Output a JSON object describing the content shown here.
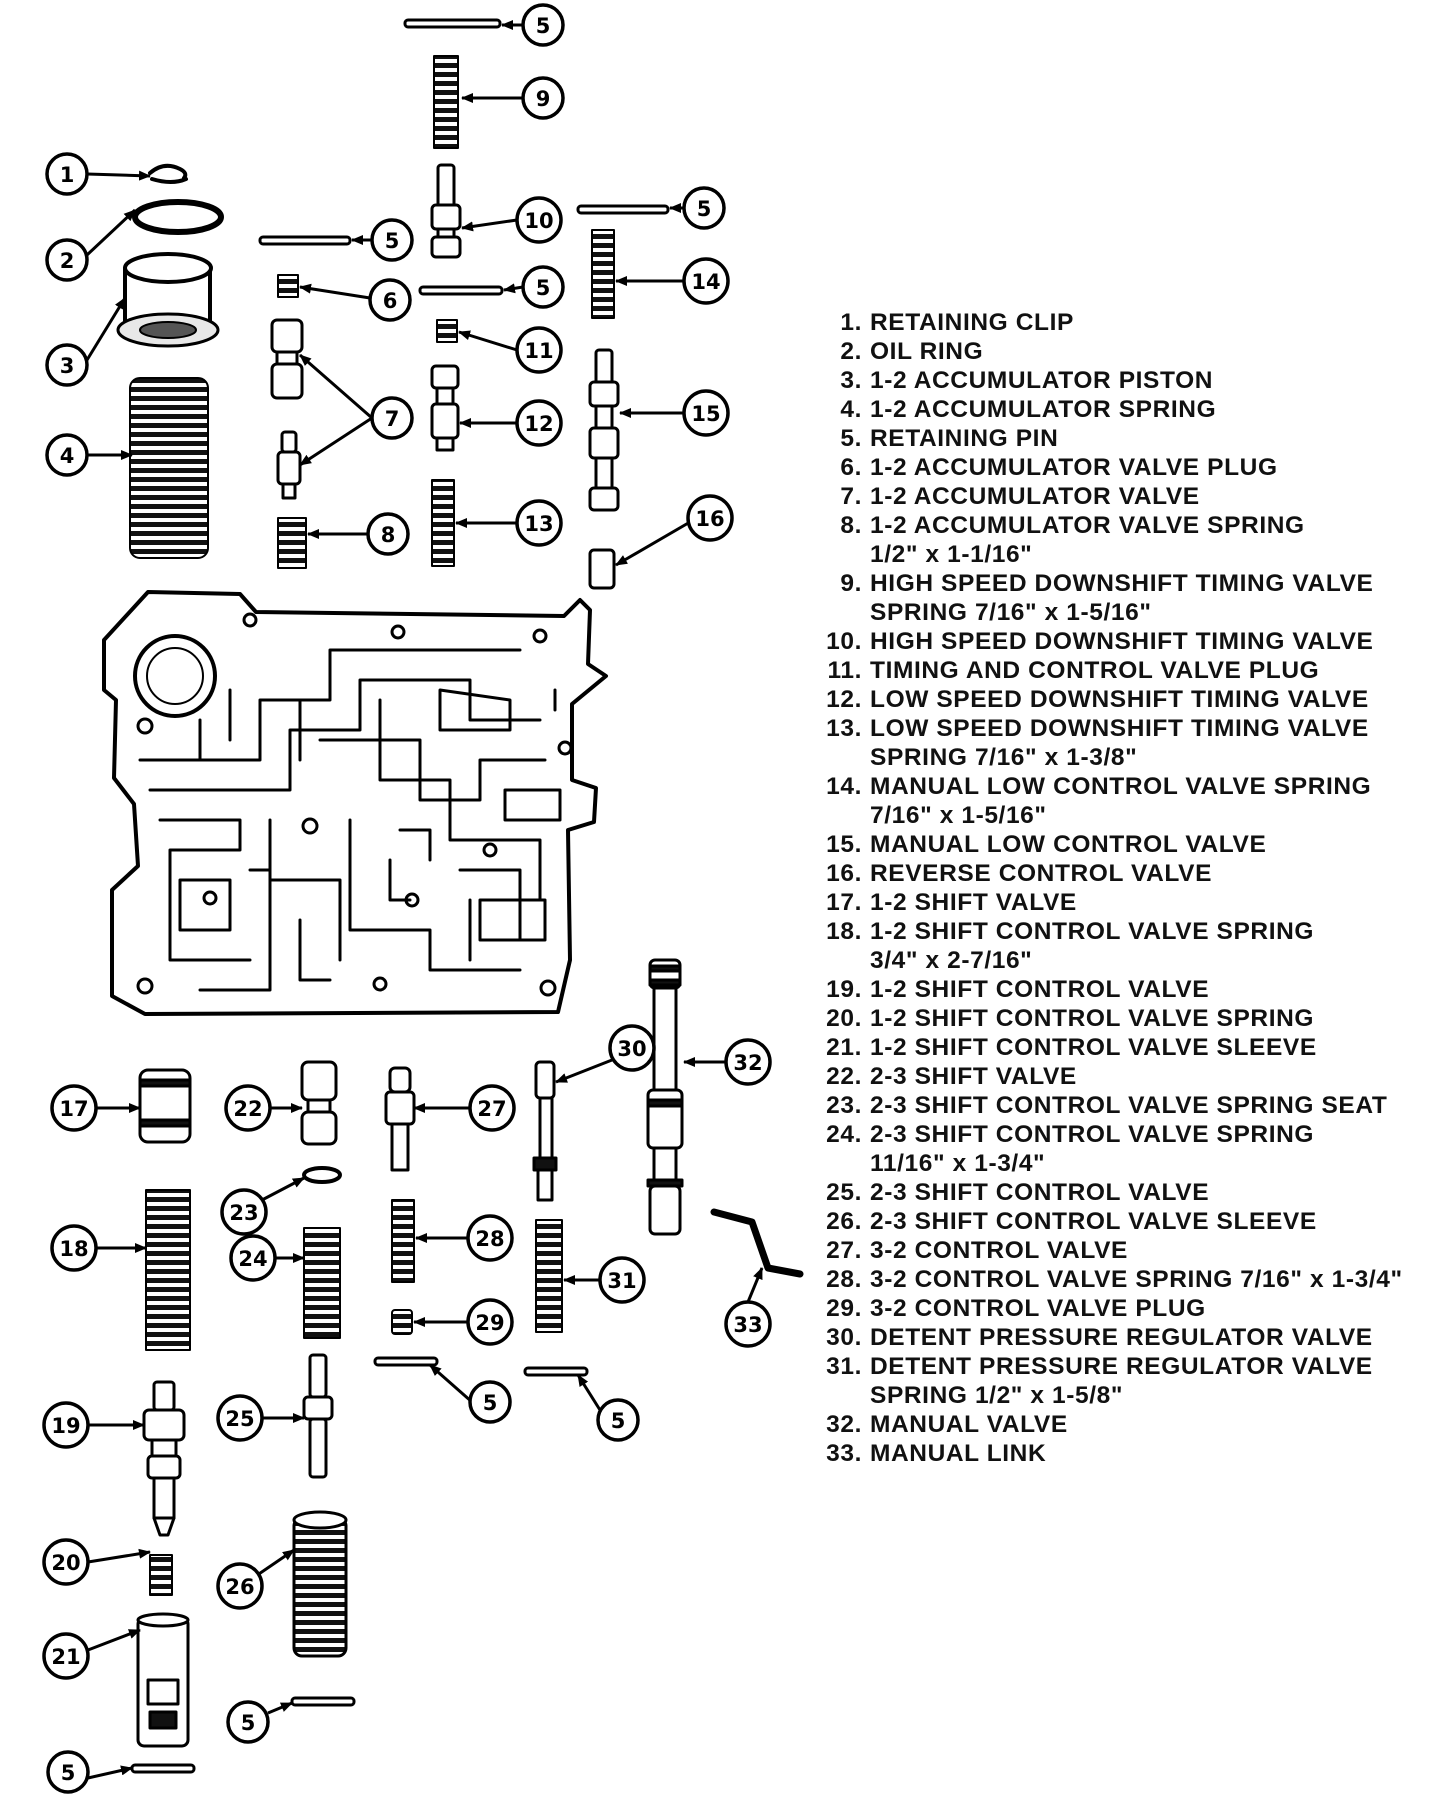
{
  "legend": [
    {
      "num": "1.",
      "text": "RETAINING CLIP",
      "text2": ""
    },
    {
      "num": "2.",
      "text": "OIL RING",
      "text2": ""
    },
    {
      "num": "3.",
      "text": "1-2 ACCUMULATOR PISTON",
      "text2": ""
    },
    {
      "num": "4.",
      "text": "1-2 ACCUMULATOR SPRING",
      "text2": ""
    },
    {
      "num": "5.",
      "text": "RETAINING PIN",
      "text2": ""
    },
    {
      "num": "6.",
      "text": "1-2 ACCUMULATOR VALVE PLUG",
      "text2": ""
    },
    {
      "num": "7.",
      "text": "1-2 ACCUMULATOR VALVE",
      "text2": ""
    },
    {
      "num": "8.",
      "text": "1-2 ACCUMULATOR VALVE SPRING",
      "text2": "1/2\" x 1-1/16\""
    },
    {
      "num": "9.",
      "text": "HIGH SPEED DOWNSHIFT TIMING VALVE",
      "text2": "SPRING 7/16\" x 1-5/16\""
    },
    {
      "num": "10.",
      "text": "HIGH SPEED DOWNSHIFT TIMING VALVE",
      "text2": ""
    },
    {
      "num": "11.",
      "text": "TIMING AND CONTROL VALVE PLUG",
      "text2": ""
    },
    {
      "num": "12.",
      "text": "LOW SPEED DOWNSHIFT TIMING VALVE",
      "text2": ""
    },
    {
      "num": "13.",
      "text": "LOW SPEED DOWNSHIFT TIMING VALVE",
      "text2": "SPRING 7/16\" x 1-3/8\""
    },
    {
      "num": "14.",
      "text": "MANUAL LOW CONTROL VALVE SPRING",
      "text2": "7/16\" x 1-5/16\""
    },
    {
      "num": "15.",
      "text": "MANUAL LOW CONTROL VALVE",
      "text2": ""
    },
    {
      "num": "16.",
      "text": "REVERSE CONTROL VALVE",
      "text2": ""
    },
    {
      "num": "17.",
      "text": "1-2 SHIFT VALVE",
      "text2": ""
    },
    {
      "num": "18.",
      "text": "1-2 SHIFT CONTROL VALVE SPRING",
      "text2": "3/4\" x 2-7/16\""
    },
    {
      "num": "19.",
      "text": "1-2 SHIFT CONTROL VALVE",
      "text2": ""
    },
    {
      "num": "20.",
      "text": "1-2 SHIFT CONTROL VALVE SPRING",
      "text2": ""
    },
    {
      "num": "21.",
      "text": "1-2 SHIFT CONTROL VALVE SLEEVE",
      "text2": ""
    },
    {
      "num": "22.",
      "text": "2-3 SHIFT VALVE",
      "text2": ""
    },
    {
      "num": "23.",
      "text": "2-3 SHIFT CONTROL VALVE SPRING SEAT",
      "text2": ""
    },
    {
      "num": "24.",
      "text": "2-3 SHIFT CONTROL VALVE SPRING",
      "text2": "11/16\" x 1-3/4\""
    },
    {
      "num": "25.",
      "text": "2-3 SHIFT CONTROL VALVE",
      "text2": ""
    },
    {
      "num": "26.",
      "text": "2-3 SHIFT CONTROL VALVE SLEEVE",
      "text2": ""
    },
    {
      "num": "27.",
      "text": "3-2 CONTROL VALVE",
      "text2": ""
    },
    {
      "num": "28.",
      "text": "3-2 CONTROL VALVE SPRING 7/16\" x 1-3/4\"",
      "text2": ""
    },
    {
      "num": "29.",
      "text": "3-2 CONTROL VALVE PLUG",
      "text2": ""
    },
    {
      "num": "30.",
      "text": "DETENT PRESSURE REGULATOR VALVE",
      "text2": ""
    },
    {
      "num": "31.",
      "text": "DETENT PRESSURE REGULATOR VALVE",
      "text2": "SPRING 1/2\" x 1-5/8\""
    },
    {
      "num": "32.",
      "text": "MANUAL VALVE",
      "text2": ""
    },
    {
      "num": "33.",
      "text": "MANUAL LINK",
      "text2": ""
    }
  ],
  "callouts": [
    {
      "label": "5"
    },
    {
      "label": "9"
    },
    {
      "label": "1"
    },
    {
      "label": "2"
    },
    {
      "label": "3"
    },
    {
      "label": "4"
    },
    {
      "label": "5"
    },
    {
      "label": "6"
    },
    {
      "label": "7"
    },
    {
      "label": "8"
    },
    {
      "label": "10"
    },
    {
      "label": "5"
    },
    {
      "label": "11"
    },
    {
      "label": "12"
    },
    {
      "label": "13"
    },
    {
      "label": "5"
    },
    {
      "label": "14"
    },
    {
      "label": "15"
    },
    {
      "label": "16"
    },
    {
      "label": "30"
    },
    {
      "label": "32"
    },
    {
      "label": "17"
    },
    {
      "label": "22"
    },
    {
      "label": "27"
    },
    {
      "label": "23"
    },
    {
      "label": "18"
    },
    {
      "label": "24"
    },
    {
      "label": "28"
    },
    {
      "label": "31"
    },
    {
      "label": "29"
    },
    {
      "label": "33"
    },
    {
      "label": "5"
    },
    {
      "label": "5"
    },
    {
      "label": "19"
    },
    {
      "label": "25"
    },
    {
      "label": "20"
    },
    {
      "label": "26"
    },
    {
      "label": "21"
    },
    {
      "label": "5"
    },
    {
      "label": "5"
    }
  ]
}
